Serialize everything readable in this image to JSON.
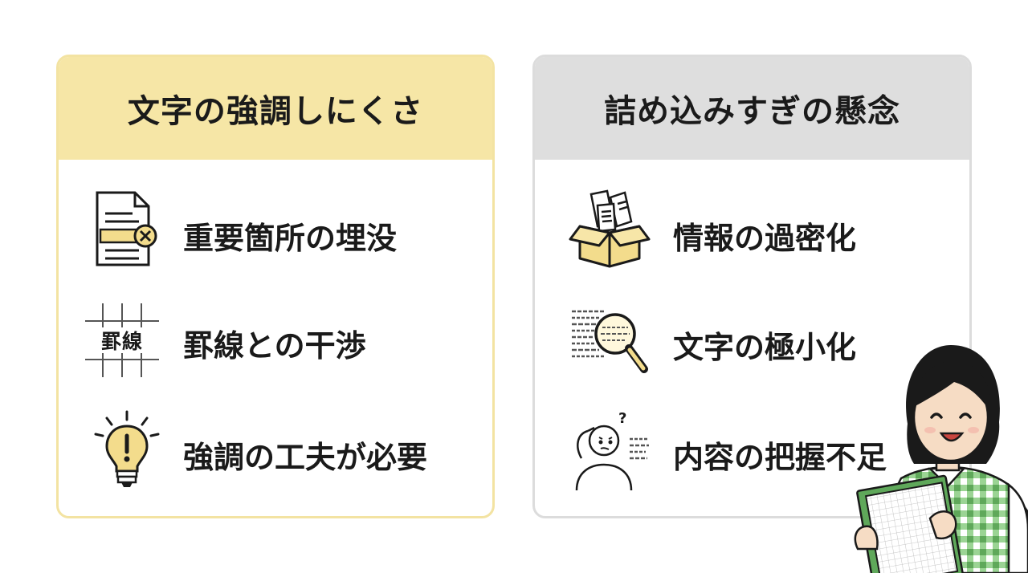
{
  "left_card": {
    "title": "文字の強調しにくさ",
    "items": [
      {
        "label": "重要箇所の埋没",
        "icon": "document-x-icon"
      },
      {
        "label": "罫線との干渉",
        "icon": "grid-text-icon",
        "icon_text": "罫線"
      },
      {
        "label": "強調の工夫が必要",
        "icon": "lightbulb-icon"
      }
    ]
  },
  "right_card": {
    "title": "詰め込みすぎの懸念",
    "items": [
      {
        "label": "情報の過密化",
        "icon": "overflowing-box-icon"
      },
      {
        "label": "文字の極小化",
        "icon": "magnifier-text-icon"
      },
      {
        "label": "内容の把握不足",
        "icon": "confused-person-icon"
      }
    ]
  },
  "colors": {
    "left_header": "#f6e6a6",
    "right_header": "#dedede",
    "accent_yellow": "#f3dc8c",
    "green_check": "#7fc47a"
  }
}
